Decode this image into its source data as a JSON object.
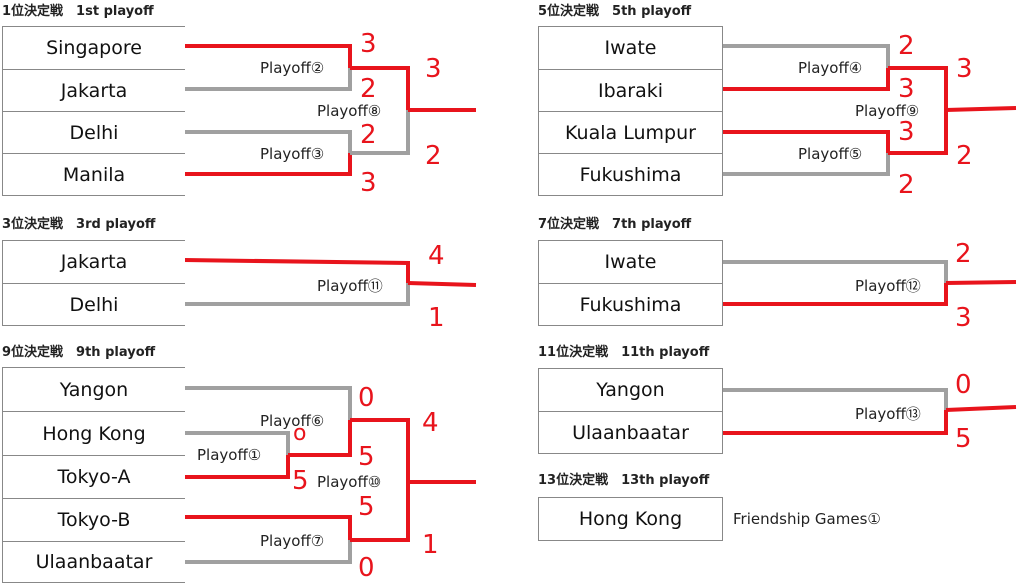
{
  "sections": {
    "p1": {
      "title": "1位決定戦　1st playoff",
      "teams": [
        "Singapore",
        "Jakarta",
        "Delhi",
        "Manila"
      ],
      "matches": [
        "Playoff②",
        "Playoff③",
        "Playoff⑧"
      ],
      "scores": [
        "3",
        "2",
        "2",
        "3",
        "3",
        "2"
      ]
    },
    "p5": {
      "title": "5位決定戦　5th playoff",
      "teams": [
        "Iwate",
        "Ibaraki",
        "Kuala Lumpur",
        "Fukushima"
      ],
      "matches": [
        "Playoff④",
        "Playoff⑤",
        "Playoff⑨"
      ],
      "scores": [
        "2",
        "3",
        "3",
        "2",
        "3",
        "2"
      ]
    },
    "p3": {
      "title": "3位決定戦　3rd playoff",
      "teams": [
        "Jakarta",
        "Delhi"
      ],
      "matches": [
        "Playoff⑪"
      ],
      "scores": [
        "4",
        "1"
      ]
    },
    "p7": {
      "title": "7位決定戦　7th playoff",
      "teams": [
        "Iwate",
        "Fukushima"
      ],
      "matches": [
        "Playoff⑫"
      ],
      "scores": [
        "2",
        "3"
      ]
    },
    "p9": {
      "title": "9位決定戦　9th playoff",
      "teams": [
        "Yangon",
        "Hong Kong",
        "Tokyo-A",
        "Tokyo-B",
        "Ulaanbaatar"
      ],
      "matches": [
        "Playoff⑥",
        "Playoff①",
        "Playoff⑦",
        "Playoff⑩"
      ],
      "scores": [
        "0",
        "o",
        "5",
        "5",
        "5",
        "0",
        "4",
        "1"
      ]
    },
    "p11": {
      "title": "11位決定戦　11th playoff",
      "teams": [
        "Yangon",
        "Ulaanbaatar"
      ],
      "matches": [
        "Playoff⑬"
      ],
      "scores": [
        "0",
        "5"
      ]
    },
    "p13": {
      "title": "13位決定戦　13th playoff",
      "teams": [
        "Hong Kong"
      ],
      "note": "Friendship Games①"
    }
  },
  "colors": {
    "win": "#e8141c",
    "lose": "#a0a0a0"
  }
}
